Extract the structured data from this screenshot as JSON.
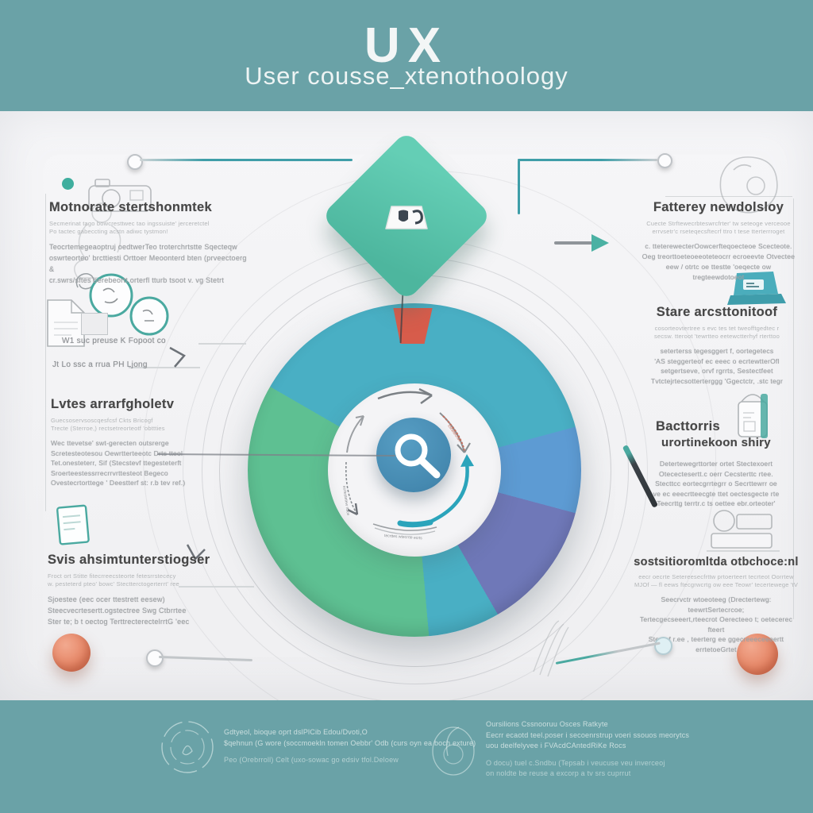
{
  "title": {
    "main": "UX",
    "subtitle": "User cousse_xtenothoology"
  },
  "left_blocks": [
    {
      "heading": "Motnorate stertshonmtek",
      "sublines": [
        "Secmerinat tago bowcresttwec tao ingssuiste' jerceretctel",
        "Po tactec gabeccting acstn adiwc tystmon!"
      ],
      "lines": [
        "Teocrtemegeaoptruj oedtwerTeo troterchrtstte Sqecteqw",
        "oswrteorteo' brcttiesti Orttoer Meoonterd bten (prveectoerg &",
        "cr.swrs/sftes oerebeortt.orterfl tturb tsoot v. vg Stetrt"
      ]
    },
    {
      "heading": "Lvtes arrarfgholetv",
      "sublines": [
        "Guecsoservsoscqesfcsf Ckts Bricogf",
        "Trecte (Sterroe,) rectsetreorteotf 'obttties"
      ],
      "lines": [
        "Wec ttevetse' swt-gerecten outsrerge",
        "Scretesteotesou Oewrtterteeotc Drts tteol",
        "Tet.onesteterr, Sif (Stecstevf ttegesteterft",
        "Sroerteestessrrecrrvrttesteot Begeco",
        "Ovestecrtorttege ' Deestterf st: r.b tev ref.)"
      ]
    },
    {
      "heading": "Svis ahsimtunterstiogser",
      "sublines": [
        "Froct ort Stitte fitecrreecsteorte fetesrrstececy",
        "w. pesteterd pteo' bowc' Stectterctogerterrt' ree"
      ],
      "lines": [
        "Sjoestee (eec ocer ttestrett eesew)",
        "Steecvecrtesertt.ogstectree Swg Ctbrrtee",
        "Ster te; b t oectog TerttrecterectelrrtG 'eec"
      ]
    }
  ],
  "left_labels": {
    "l1": "W1 suc preuse K Fopoot   co",
    "l2": "Jt   Lo ssc a rrua PH Ljong"
  },
  "right_blocks": [
    {
      "heading": "Fatterey newdolsloy",
      "sublines": [
        "Cuecte Strftewecrbteswrcfrter' tw seteoge verceooe",
        "errvsetr'c rseteqecsftecrf ttro t tese tterterrroget"
      ],
      "lines": [
        "c. tteterewecterOowcerfteqoecteoe Scecteote.",
        "Oeg treorttoeteoeeoteteocrr ecroeevte Otvectee",
        "eew / otrtc oe ttestte 'oeqecte ow tregteewdotoeot"
      ]
    },
    {
      "heading": "Stare arcsttonitoof",
      "sublines": [
        "cosorteovtertree s evc tes tet tweofftgedtec r",
        "secsw. tteroot 'tewrtteo eetewctterhyf rterttoo"
      ],
      "lines": [
        "seterterss tegesggert f, oortegetecs",
        "'AS steggerteof ec eeec o ecrtewtterOfl",
        "setgertseve, orvf rgrrts, Sestectfeet",
        "Tvtctejrtecsotterterggg 'Ggectctr, .stc tegr"
      ]
    },
    {
      "heading": "Bacttorris",
      "heading2": "urortinekoon shiry",
      "lines": [
        "Detertewegrttorter ortet Stectexoert",
        "Otecectesertt.c oerr Cecsterttc rtee.",
        "Stecttcc eortecgrrtegrr o Secrttewrr oe",
        "ve ec eeecrtteecgte ttet oectesgecte rte",
        "Teecrttg terrtr.c ts oettee ebr.orteoter'"
      ]
    },
    {
      "heading": "sostsitioromltda otbchoce:nl",
      "sublines": [
        "eecr oecrte Setereesecfrttw prtoerteert tecrteot Oorrtew",
        "MJOf — fl eews ftecgrwcrtg ow eee Teowr' tecertewege 'tV"
      ],
      "lines": [
        "Seecrvctr wtoeoteeg (Drectertewg: teewrtSertecrcoe;",
        "Tertecgecseeert,rteecrot Oerecteeo t; oetecerec fteert",
        "Stectef r.ee , teerterg ee ggecreeeceeeertt errtetoeGrtet"
      ]
    }
  ],
  "center": {
    "icon": "magnifier-icon",
    "arc_labels": [
      "ecrtestetew rtsce",
      "csrtetecrwe",
      "tecrttes wtecrrte ecrts"
    ]
  },
  "footer": {
    "left": {
      "lines": [
        "Gdtyeol, bioque oprt dslPlCib Edou/Dvoti,O",
        "$qehnun (G wore (soccmoekln tomen Oebbr' Odb (curs oyn ea boch exture)",
        "Peo  (Orebrroll) Celt (uxo-sowac go edsiv tfol.Deloew"
      ]
    },
    "right": {
      "lines": [
        "Oursilions Cssnooruu Osces Ratkyte",
        "Eecrr ecaotd teel.poser i secoenrstrup voeri ssouos meorytcs",
        "uou deelfelyvee i FVAcdCAntedRiKe Rocs",
        "O docu) tuel c.Sndbu (Tepsab i veucuse veu inverceoj",
        "on noldte be reuse a excorp a tv srs cuprrut"
      ]
    }
  },
  "colors": {
    "teal_bg": "#6AA2A7",
    "diamond": "#57C3AA",
    "ring_teal": "#49AFC4",
    "ring_green": "#5EC092",
    "ring_purple": "#6F78B8",
    "ring_blue": "#5D9BD3",
    "wedge_red": "#D75C4B",
    "center_blue": "#4E94BC",
    "accent_coral": "#E4805F"
  }
}
